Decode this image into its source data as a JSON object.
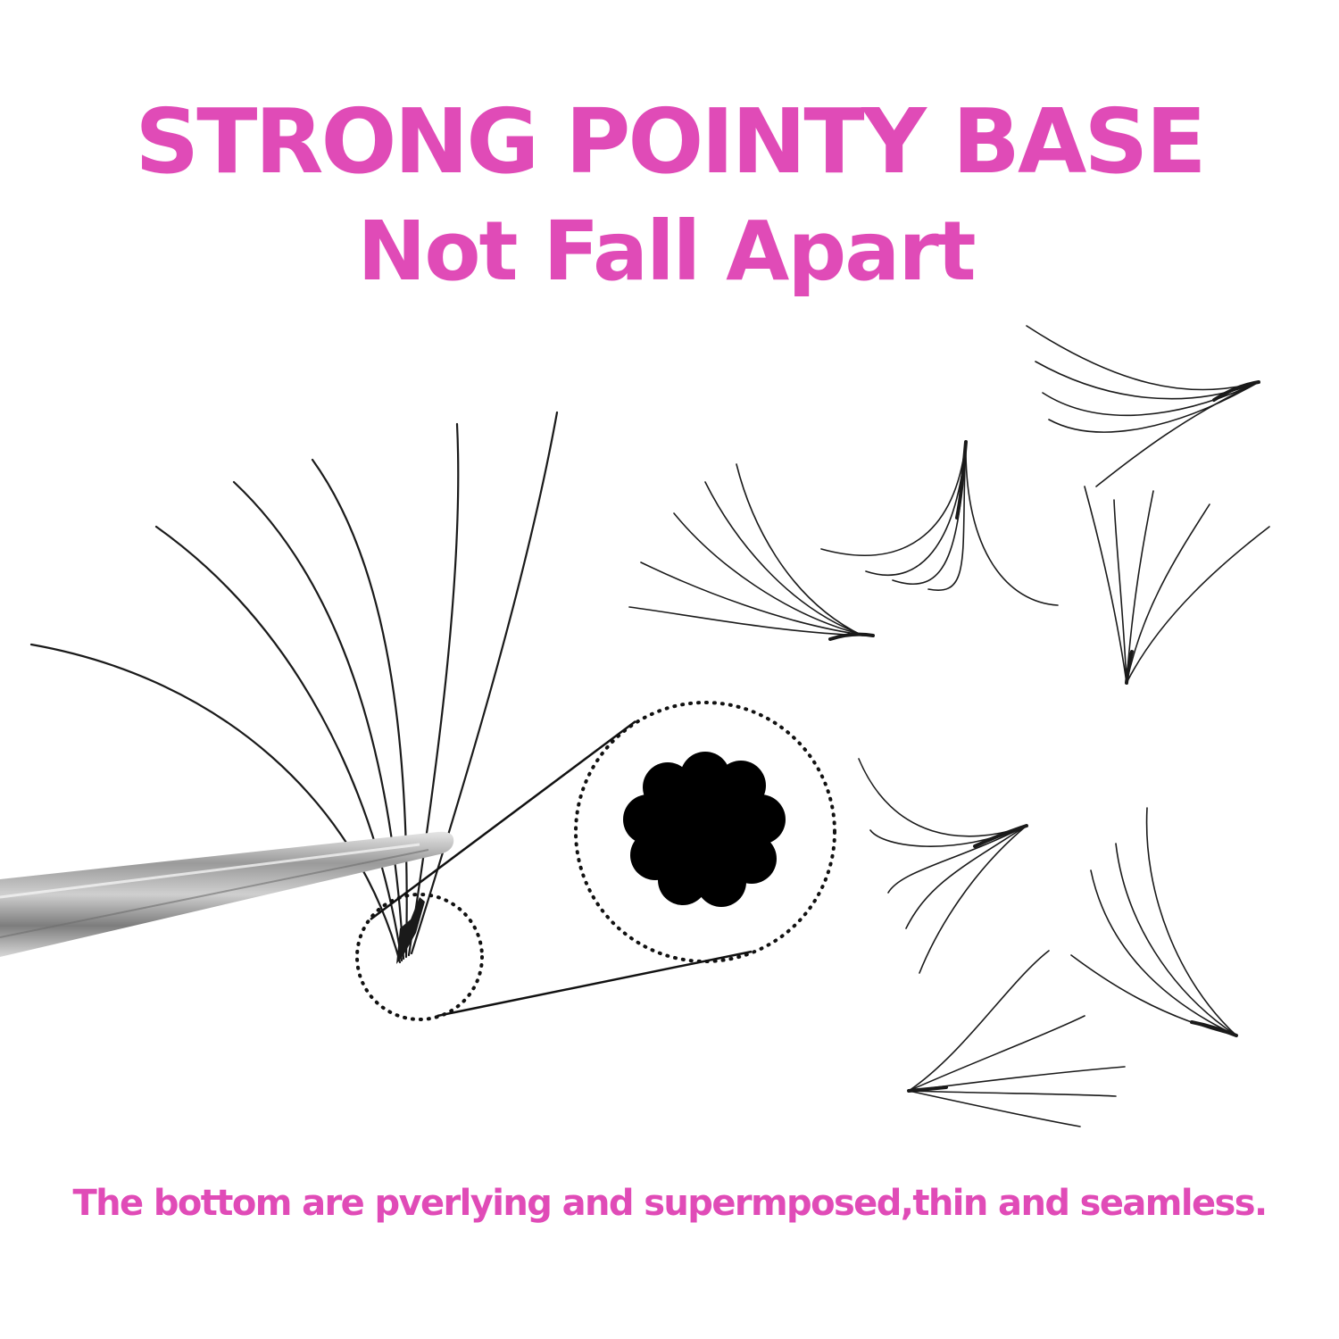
{
  "headline": {
    "line1": "STRONG POINTY BASE",
    "line2": "Not Fall Apart"
  },
  "caption": "The bottom are pverlying and supermposed,thin and seamless.",
  "colors": {
    "accent": "#e04bb7",
    "lash": "#1a1a1a",
    "background": "#ffffff"
  }
}
